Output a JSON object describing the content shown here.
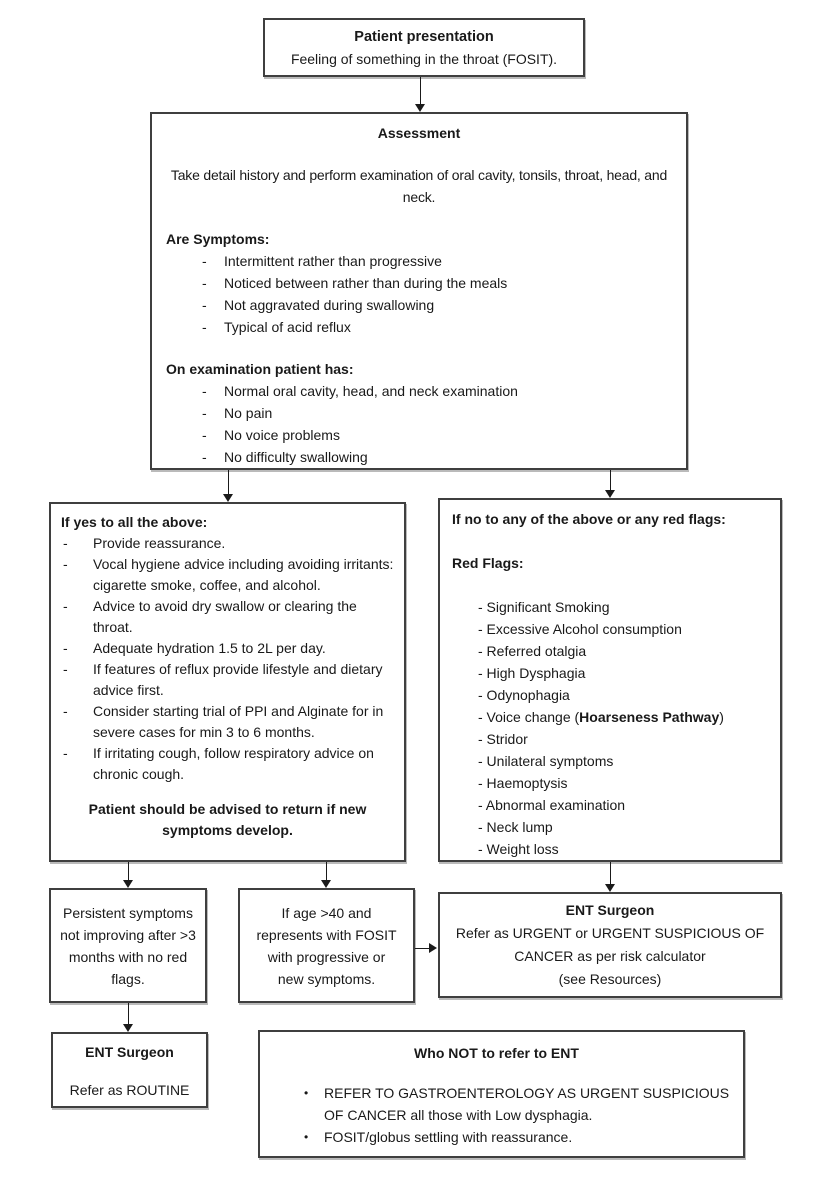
{
  "bullets": {
    "dash": "-",
    "dot": "•"
  },
  "flow": {
    "patient": {
      "title": "Patient presentation",
      "subtitle": "Feeling of something in the throat (FOSIT)."
    },
    "assessment": {
      "title": "Assessment",
      "intro": "Take detail history and perform examination of oral cavity, tonsils, throat, head, and neck.",
      "symptoms_heading": "Are Symptoms:",
      "symptoms": [
        "Intermittent rather than progressive",
        "Noticed between rather than during the meals",
        "Not aggravated during swallowing",
        "Typical of acid reflux"
      ],
      "exam_heading": "On examination patient has:",
      "exam_findings": [
        "Normal oral cavity, head, and neck examination",
        "No pain",
        "No voice problems",
        "No difficulty swallowing"
      ]
    },
    "yes_branch": {
      "heading": "If yes to all the above:",
      "items": [
        "Provide reassurance.",
        "Vocal hygiene advice including avoiding irritants: cigarette smoke, coffee, and alcohol.",
        "Advice to avoid dry swallow or clearing the throat.",
        "Adequate hydration 1.5 to 2L per day.",
        "If features of reflux provide lifestyle and dietary advice first.",
        "Consider starting trial of PPI and Alginate for in severe cases for min 3 to 6 months.",
        "If irritating cough, follow respiratory advice on chronic cough."
      ],
      "footer": "Patient should be advised to return if new symptoms develop."
    },
    "no_branch": {
      "heading": "If no to any of the above or any red flags:",
      "red_flags_heading": "Red Flags:",
      "red_flags_top": [
        "- Significant Smoking",
        "- Excessive Alcohol consumption",
        "- Referred otalgia",
        "- High Dysphagia",
        "- Odynophagia"
      ],
      "voice_change": {
        "prefix": "- Voice change (",
        "bold": "Hoarseness Pathway",
        "suffix": ")"
      },
      "red_flags_bottom": [
        "- Stridor",
        "- Unilateral symptoms",
        "- Haemoptysis",
        "- Abnormal examination",
        "- Neck lump",
        "- Weight loss"
      ]
    },
    "persistent": {
      "text": "Persistent symptoms not improving after >3 months with no red flags."
    },
    "age_over_40": {
      "text": "If age >40 and represents with FOSIT with progressive or new symptoms."
    },
    "ent_urgent": {
      "title": "ENT Surgeon",
      "body": "Refer as URGENT or URGENT SUSPICIOUS OF CANCER as per risk calculator",
      "note": "(see Resources)"
    },
    "ent_routine": {
      "title": "ENT Surgeon",
      "body": "Refer as ROUTINE"
    },
    "who_not": {
      "title": "Who NOT to refer to ENT",
      "items": [
        "REFER TO GASTROENTEROLOGY AS URGENT SUSPICIOUS OF CANCER all those with Low dysphagia.",
        "FOSIT/globus settling with reassurance."
      ]
    }
  },
  "colors": {
    "background": "#ffffff",
    "text": "#191919",
    "border": "#3f3f3f",
    "arrow": "#1a1a1a"
  }
}
